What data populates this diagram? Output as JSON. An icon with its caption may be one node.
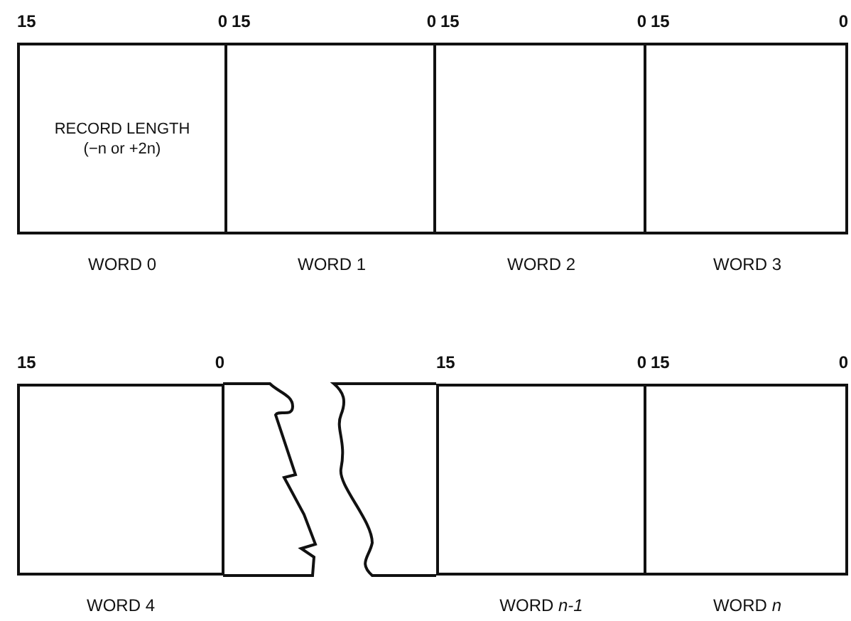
{
  "diagram": {
    "nodes": [
      {
        "text": [
          "RECORD LENGTH (−n or +2n)"
        ],
        "beside": [
          "WORD 0"
        ]
      },
      {
        "text": [],
        "shape": "box",
        "beside": [
          "WORD 1"
        ]
      },
      {
        "text": [],
        "shape": "box",
        "beside": [
          "WORD 2"
        ]
      },
      {
        "text": [],
        "shape": "box",
        "beside": [
          "WORD 3"
        ]
      },
      {
        "text": [],
        "shape": "box",
        "beside": [
          "WORD 4"
        ]
      },
      {
        "text": [],
        "shape": "box",
        "beside": [
          "WORD *n-1*"
        ]
      },
      {
        "text": [],
        "shape": "box",
        "beside": [
          "WORD *n*"
        ]
      }
    ],
    "labels": [
      "15",
      "0",
      "15",
      "0",
      "15",
      "0",
      "15",
      "0",
      "15",
      "0",
      "15",
      "0",
      "15",
      "0"
    ]
  }
}
